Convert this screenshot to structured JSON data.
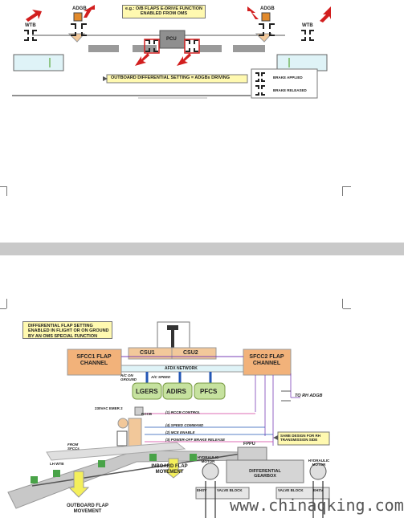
{
  "top_diagram": {
    "callout": "e.g.: O/B FLAPS E-DRIVE FUNCTION ENABLED FROM OMS",
    "adgb_left": "ADGB",
    "adgb_right": "ADGB",
    "wtb_left": "WTB",
    "wtb_right": "WTB",
    "pcu": "PCU",
    "note": "OUTBOARD DIFFERENTIAL SETTING = ADGBs DRIVING",
    "legend_applied": "BRAKE APPLIED",
    "legend_released": "BRAKE RELEASED"
  },
  "bottom_diagram": {
    "callout": "DIFFERENTIAL FLAP SETTING ENABLED IN FLIGHT OR ON GROUND BY AN OMS SPECIAL FUNCTION",
    "csu1": "CSU1",
    "csu2": "CSU2",
    "sfcc1": "SFCC1 FLAP CHANNEL",
    "sfcc2": "SFCC2 FLAP CHANNEL",
    "afdx": "AFDX NETWORK",
    "ac_on_ground": "A/C ON GROUND",
    "ac_speed": "A/C SPEED",
    "lgers": "LGERS",
    "adirs": "ADIRS",
    "pfcs": "PFCS",
    "to_rh": "TO RH ADGB",
    "emer_power": "230VAC EMER 2",
    "rccb": "RCCB",
    "sig1": "(1) RCCB CONTROL",
    "sig4": "(4) SPEED COMMAND",
    "sig2": "(2) MCE ENABLE",
    "sig3": "(3) POWER-OFF BRAKE RELEASE",
    "same_design": "SAME DESIGN FOR RH TRANSMISSION SIDE",
    "fppu": "FPPU",
    "from_sfccs": "FROM SFCCs",
    "lh_wtb": "LH WTB",
    "inboard": "INBOARD FLAP MOVEMENT",
    "outboard": "OUTBOARD FLAP MOVEMENT",
    "hyd_motor": "HYDRAULIC MOTOR",
    "hyd_motor2": "HYDRAULIC MOTOR",
    "diff_gearbox": "DIFFERENTIAL GEARBOX",
    "valve_block1": "VALVE BLOCK",
    "valve_block2": "VALVE BLOCK",
    "ehsv1": "EHSV",
    "ehsv2": "EHSV",
    "watermark": "www.chinaqking.com"
  }
}
